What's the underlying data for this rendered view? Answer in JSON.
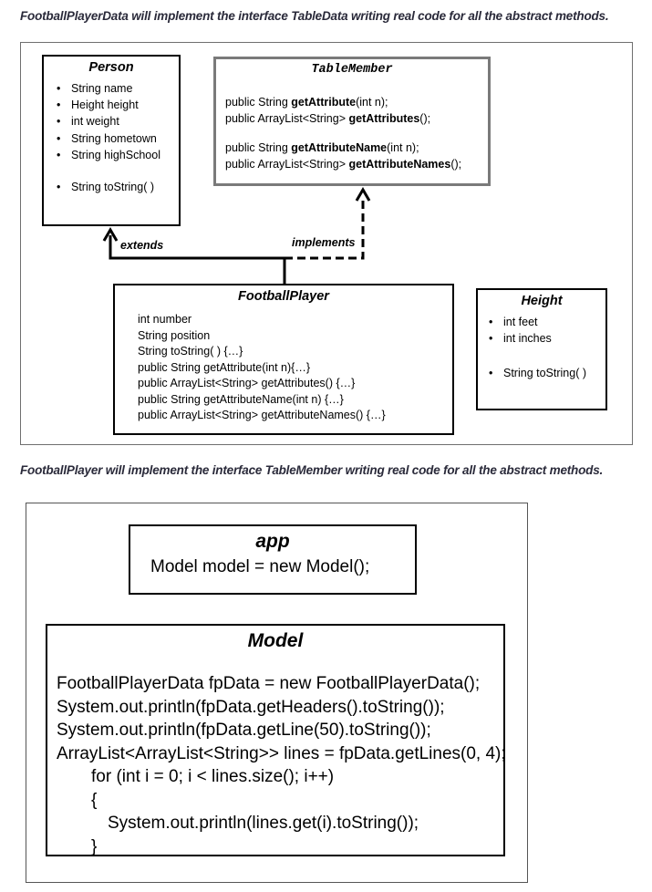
{
  "captions": {
    "top": "FootballPlayerData will implement the interface TableData writing real code for all the abstract methods.",
    "middle": "FootballPlayer will implement the interface TableMember writing real code for all the abstract methods."
  },
  "person": {
    "title": "Person",
    "fields": [
      "String name",
      "Height height",
      "int weight",
      "String hometown",
      "String highSchool"
    ],
    "methods": [
      "String toString( )"
    ]
  },
  "table_member": {
    "title": "TableMember",
    "lines": [
      {
        "pre": "public String ",
        "bold": "getAttribute",
        "post": "(int n);"
      },
      {
        "pre": "public ArrayList<String> ",
        "bold": "getAttributes",
        "post": "();"
      },
      {
        "pre": "public String ",
        "bold": "getAttributeName",
        "post": "(int n);"
      },
      {
        "pre": "public ArrayList<String> ",
        "bold": "getAttributeNames",
        "post": "();"
      }
    ]
  },
  "relations": {
    "extends": "extends",
    "implements": "implements"
  },
  "football_player": {
    "title": "FootballPlayer",
    "lines": [
      "int number",
      "String position",
      "String toString( ) {…}",
      "public String getAttribute(int n){…}",
      "public ArrayList<String> getAttributes() {…}",
      "public String getAttributeName(int n) {…}",
      "public ArrayList<String> getAttributeNames() {…}"
    ]
  },
  "height": {
    "title": "Height",
    "fields": [
      "int feet",
      "int inches"
    ],
    "methods": [
      "String toString( )"
    ]
  },
  "app": {
    "title": "app",
    "line": "Model model = new Model();"
  },
  "model": {
    "title": "Model",
    "lines": [
      "FootballPlayerData fpData = new FootballPlayerData();",
      "System.out.println(fpData.getHeaders().toString());",
      "System.out.println(fpData.getLine(50).toString());",
      "ArrayList<ArrayList<String>> lines = fpData.getLines(0, 4);",
      "for (int i = 0; i < lines.size(); i++)",
      "{",
      "System.out.println(lines.get(i).toString());",
      "}"
    ]
  }
}
